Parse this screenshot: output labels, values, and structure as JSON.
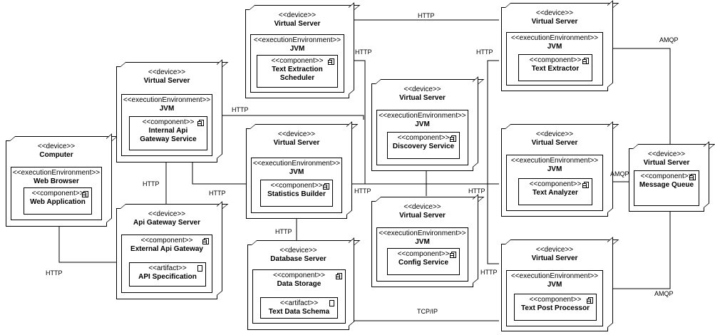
{
  "stereotypes": {
    "device": "<<device>>",
    "exec": "<<executionEnvironment>>",
    "component": "<<component>>",
    "artifact": "<<artifact>>"
  },
  "nodes": {
    "computer": {
      "title": "Computer",
      "env": "Web Browser",
      "component": "Web Application"
    },
    "internal_gw": {
      "title": "Virtual Server",
      "env": "JVM",
      "component_line1": "Internal Api",
      "component_line2": "Gateway Service"
    },
    "api_gw_server": {
      "title": "Api Gateway Server",
      "component": "External Api Gateway",
      "artifact": "API Specification"
    },
    "text_extraction_scheduler": {
      "title": "Virtual Server",
      "env": "JVM",
      "component_line1": "Text Extraction",
      "component_line2": "Scheduler"
    },
    "statistics": {
      "title": "Virtual Server",
      "env": "JVM",
      "component": "Statistics Builder"
    },
    "database": {
      "title": "Database Server",
      "component": "Data Storage",
      "artifact": "Text Data Schema"
    },
    "discovery": {
      "title": "Virtual Server",
      "env": "JVM",
      "component": "Discovery Service"
    },
    "config": {
      "title": "Virtual Server",
      "env": "JVM",
      "component": "Config Service"
    },
    "text_extractor": {
      "title": "Virtual Server",
      "env": "JVM",
      "component": "Text Extractor"
    },
    "text_analyzer": {
      "title": "Virtual Server",
      "env": "JVM",
      "component": "Text Analyzer"
    },
    "text_post_processor": {
      "title": "Virtual Server",
      "env": "JVM",
      "component": "Text Post Processor"
    },
    "message_queue": {
      "title": "Virtual Server",
      "component": "Message Queue"
    }
  },
  "connectors": {
    "http": "HTTP",
    "amqp": "AMQP",
    "tcpip": "TCP/IP"
  }
}
